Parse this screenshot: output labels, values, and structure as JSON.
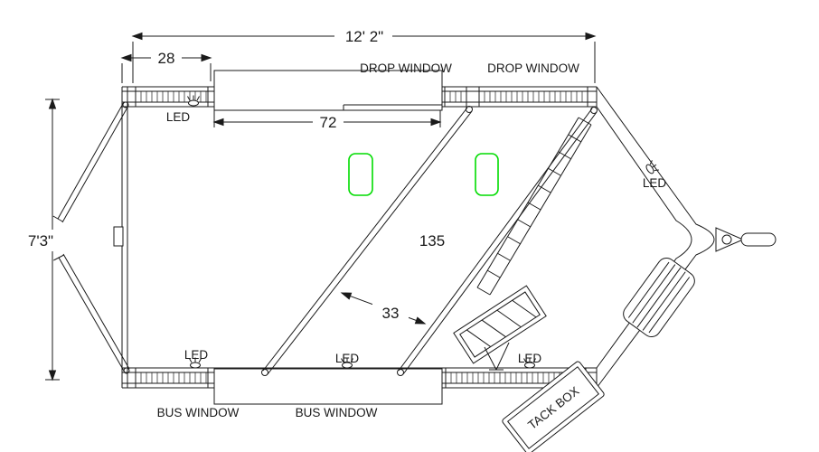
{
  "meta": {
    "drawing_type": "horse trailer floor plan",
    "line_color": "#1a1a1a",
    "vent_color": "#00dc00",
    "background": "#ffffff"
  },
  "dimensions": {
    "overall_width": "12' 2\"",
    "rear_section": "28",
    "window_width": "72",
    "trailer_height": "7'3\"",
    "divider_length": "135",
    "divider_gap": "33"
  },
  "labels": {
    "drop_window_left": "DROP WINDOW",
    "drop_window_right": "DROP WINDOW",
    "bus_window_left": "BUS WINDOW",
    "bus_window_right": "BUS WINDOW",
    "tack_box": "TACK BOX",
    "led_top_left": "LED",
    "led_front": "LED",
    "led_bottom_left": "LED",
    "led_bottom_center": "LED",
    "led_bottom_right": "LED"
  }
}
